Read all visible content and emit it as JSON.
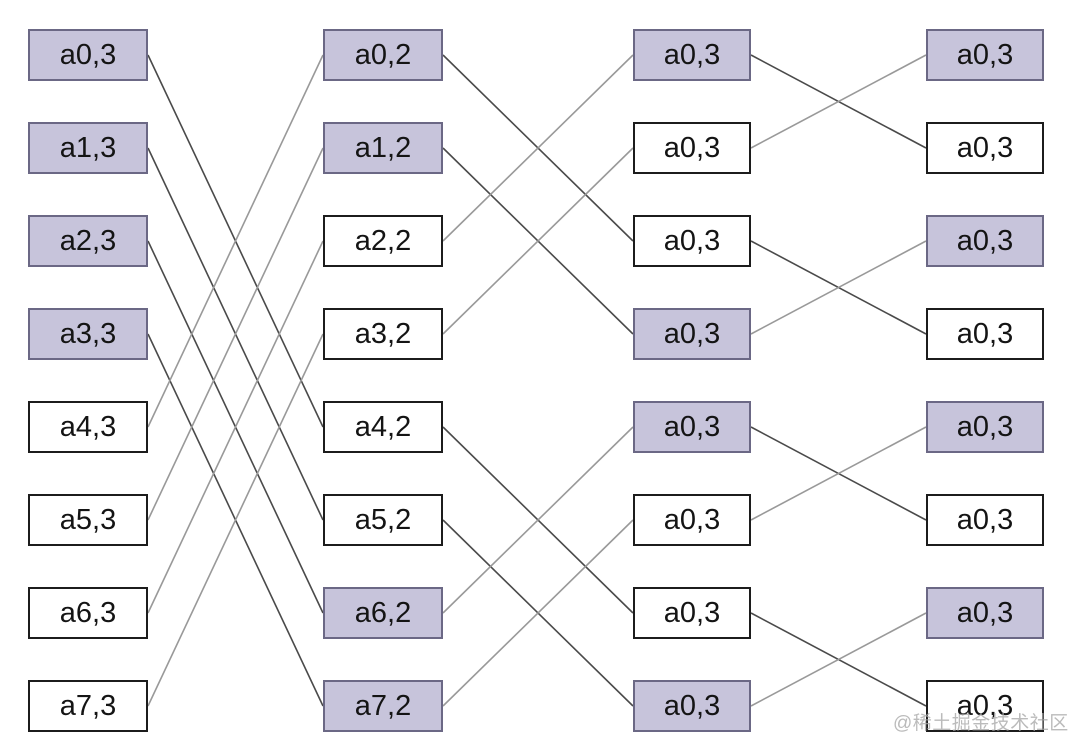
{
  "diagram": {
    "colors": {
      "shaded_fill": "#c7c4db",
      "shaded_border": "#6b6885",
      "plain_fill": "#ffffff",
      "plain_border": "#1c1c1c",
      "line_dark": "#4a4a4a",
      "line_light": "#999999",
      "text": "#141414",
      "watermark": "#ababab"
    },
    "columns": [
      {
        "name": "stage-0",
        "boxes": [
          {
            "label": "a0,3",
            "shaded": true
          },
          {
            "label": "a1,3",
            "shaded": true
          },
          {
            "label": "a2,3",
            "shaded": true
          },
          {
            "label": "a3,3",
            "shaded": true
          },
          {
            "label": "a4,3",
            "shaded": false
          },
          {
            "label": "a5,3",
            "shaded": false
          },
          {
            "label": "a6,3",
            "shaded": false
          },
          {
            "label": "a7,3",
            "shaded": false
          }
        ]
      },
      {
        "name": "stage-1",
        "boxes": [
          {
            "label": "a0,2",
            "shaded": true
          },
          {
            "label": "a1,2",
            "shaded": true
          },
          {
            "label": "a2,2",
            "shaded": false
          },
          {
            "label": "a3,2",
            "shaded": false
          },
          {
            "label": "a4,2",
            "shaded": false
          },
          {
            "label": "a5,2",
            "shaded": false
          },
          {
            "label": "a6,2",
            "shaded": true
          },
          {
            "label": "a7,2",
            "shaded": true
          }
        ]
      },
      {
        "name": "stage-2",
        "boxes": [
          {
            "label": "a0,3",
            "shaded": true
          },
          {
            "label": "a0,3",
            "shaded": false
          },
          {
            "label": "a0,3",
            "shaded": false
          },
          {
            "label": "a0,3",
            "shaded": true
          },
          {
            "label": "a0,3",
            "shaded": true
          },
          {
            "label": "a0,3",
            "shaded": false
          },
          {
            "label": "a0,3",
            "shaded": false
          },
          {
            "label": "a0,3",
            "shaded": true
          }
        ]
      },
      {
        "name": "stage-3",
        "boxes": [
          {
            "label": "a0,3",
            "shaded": true
          },
          {
            "label": "a0,3",
            "shaded": false
          },
          {
            "label": "a0,3",
            "shaded": true
          },
          {
            "label": "a0,3",
            "shaded": false
          },
          {
            "label": "a0,3",
            "shaded": true
          },
          {
            "label": "a0,3",
            "shaded": false
          },
          {
            "label": "a0,3",
            "shaded": true
          },
          {
            "label": "a0,3",
            "shaded": false
          }
        ]
      }
    ],
    "connections": [
      {
        "stage": 0,
        "from": 0,
        "to": 4,
        "tone": "dark"
      },
      {
        "stage": 0,
        "from": 1,
        "to": 5,
        "tone": "dark"
      },
      {
        "stage": 0,
        "from": 2,
        "to": 6,
        "tone": "dark"
      },
      {
        "stage": 0,
        "from": 3,
        "to": 7,
        "tone": "dark"
      },
      {
        "stage": 0,
        "from": 4,
        "to": 0,
        "tone": "light"
      },
      {
        "stage": 0,
        "from": 5,
        "to": 1,
        "tone": "light"
      },
      {
        "stage": 0,
        "from": 6,
        "to": 2,
        "tone": "light"
      },
      {
        "stage": 0,
        "from": 7,
        "to": 3,
        "tone": "light"
      },
      {
        "stage": 1,
        "from": 0,
        "to": 2,
        "tone": "dark"
      },
      {
        "stage": 1,
        "from": 1,
        "to": 3,
        "tone": "dark"
      },
      {
        "stage": 1,
        "from": 2,
        "to": 0,
        "tone": "light"
      },
      {
        "stage": 1,
        "from": 3,
        "to": 1,
        "tone": "light"
      },
      {
        "stage": 1,
        "from": 4,
        "to": 6,
        "tone": "dark"
      },
      {
        "stage": 1,
        "from": 5,
        "to": 7,
        "tone": "dark"
      },
      {
        "stage": 1,
        "from": 6,
        "to": 4,
        "tone": "light"
      },
      {
        "stage": 1,
        "from": 7,
        "to": 5,
        "tone": "light"
      },
      {
        "stage": 2,
        "from": 0,
        "to": 1,
        "tone": "dark"
      },
      {
        "stage": 2,
        "from": 1,
        "to": 0,
        "tone": "light"
      },
      {
        "stage": 2,
        "from": 2,
        "to": 3,
        "tone": "dark"
      },
      {
        "stage": 2,
        "from": 3,
        "to": 2,
        "tone": "light"
      },
      {
        "stage": 2,
        "from": 4,
        "to": 5,
        "tone": "dark"
      },
      {
        "stage": 2,
        "from": 5,
        "to": 4,
        "tone": "light"
      },
      {
        "stage": 2,
        "from": 6,
        "to": 7,
        "tone": "dark"
      },
      {
        "stage": 2,
        "from": 7,
        "to": 6,
        "tone": "light"
      }
    ],
    "watermark": {
      "text": "@稀土掘金技术社区"
    }
  }
}
